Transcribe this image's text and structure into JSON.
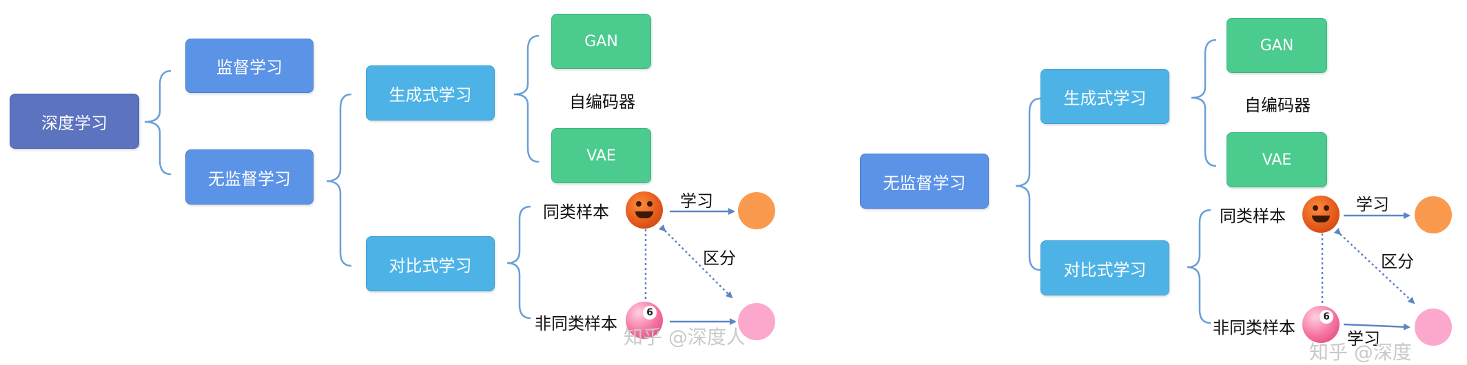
{
  "left": {
    "root": "深度学习",
    "supervised": "监督学习",
    "unsupervised": "无监督学习",
    "generative": "生成式学习",
    "contrastive": "对比式学习",
    "gan": "GAN",
    "autoencoder": "自编码器",
    "vae": "VAE",
    "same_class": "同类样本",
    "diff_class": "非同类样本",
    "learn": "学习",
    "distinguish": "区分",
    "watermark": "知乎 @深度人"
  },
  "right": {
    "unsupervised": "无监督学习",
    "generative": "生成式学习",
    "contrastive": "对比式学习",
    "gan": "GAN",
    "autoencoder": "自编码器",
    "vae": "VAE",
    "same_class": "同类样本",
    "diff_class": "非同类样本",
    "learn_top": "学习",
    "learn_bottom": "学习",
    "distinguish": "区分",
    "watermark": "知乎 @深度"
  },
  "colors": {
    "root": "#5c73bf",
    "blue": "#5b93e6",
    "light_blue": "#4db3e6",
    "green": "#4ccb8f",
    "connector": "#6a9fd8",
    "arrow": "#5b86c4"
  }
}
